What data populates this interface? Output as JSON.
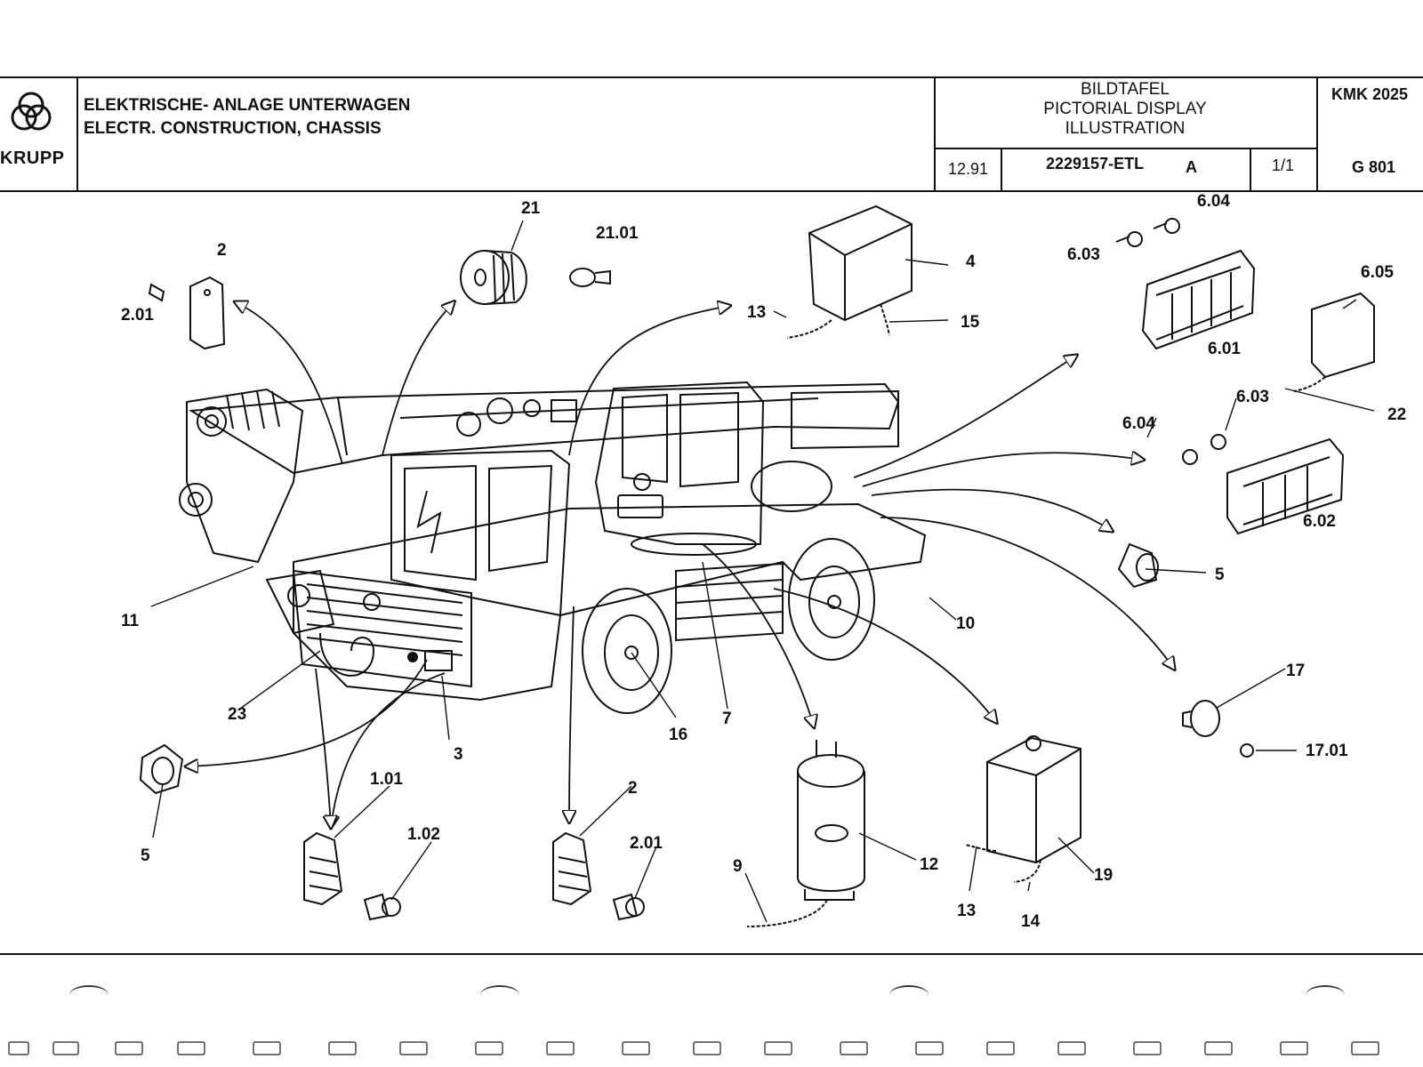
{
  "header": {
    "brand": "KRUPP",
    "title_de": "ELEKTRISCHE- ANLAGE UNTERWAGEN",
    "title_en": "ELECTR. CONSTRUCTION, CHASSIS",
    "display_lines": [
      "BILDTAFEL",
      "PICTORIAL DISPLAY",
      "ILLUSTRATION"
    ],
    "model": "KMK 2025",
    "date": "12.91",
    "drawing_no": "2229157-ETL",
    "revision": "A",
    "sheet": "1/1",
    "code": "G 801"
  },
  "callouts": {
    "c21": "21",
    "c21_01": "21.01",
    "c2_top": "2",
    "c2_01_top": "2.01",
    "c4": "4",
    "c13_top": "13",
    "c15": "15",
    "c6_04_top": "6.04",
    "c6_03_top": "6.03",
    "c6_01": "6.01",
    "c6_05": "6.05",
    "c22": "22",
    "c6_03_mid": "6.03",
    "c6_04_mid": "6.04",
    "c6_02": "6.02",
    "c5_right": "5",
    "c10": "10",
    "c11": "11",
    "c23": "23",
    "c3": "3",
    "c16": "16",
    "c7": "7",
    "c17": "17",
    "c17_01": "17.01",
    "c5_left": "5",
    "c1_01": "1.01",
    "c1_02": "1.02",
    "c2_bottom": "2",
    "c2_01_bottom": "2.01",
    "c9": "9",
    "c12": "12",
    "c13_bottom": "13",
    "c14": "14",
    "c19": "19"
  }
}
